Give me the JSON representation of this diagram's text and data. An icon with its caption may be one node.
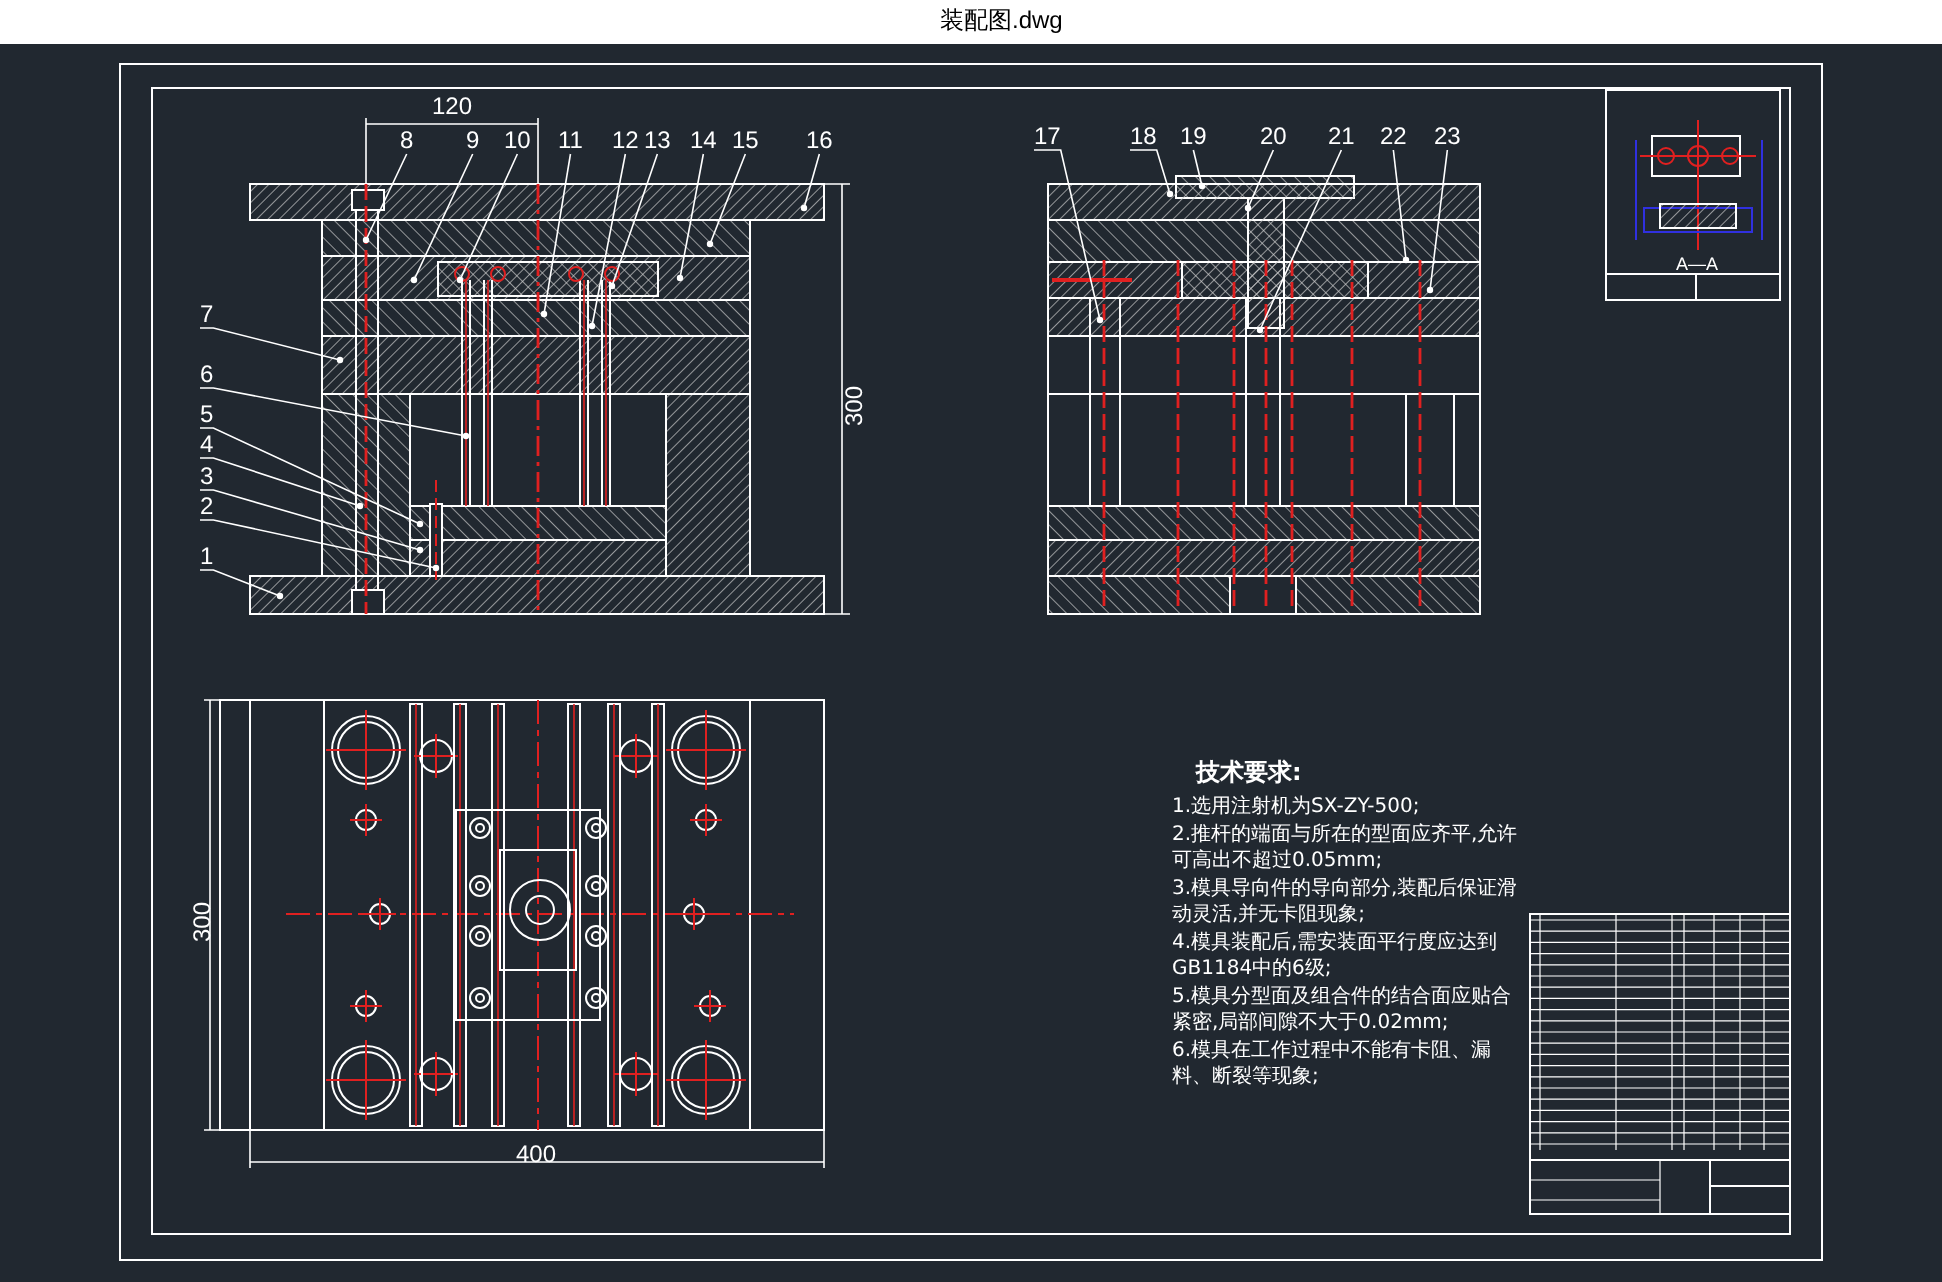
{
  "diagram": {
    "nodes": [
      {
        "text": [
          "1"
        ]
      },
      {
        "text": [
          "2"
        ]
      },
      {
        "text": [
          "3"
        ]
      },
      {
        "text": [
          "4"
        ]
      },
      {
        "text": [
          "5"
        ]
      },
      {
        "text": [
          "6"
        ]
      },
      {
        "text": [
          "7"
        ]
      },
      {
        "text": [
          "8"
        ]
      },
      {
        "text": [
          "9"
        ]
      },
      {
        "text": [
          "10"
        ]
      },
      {
        "text": [
          "11"
        ]
      },
      {
        "text": [
          "12"
        ]
      },
      {
        "text": [
          "13"
        ]
      },
      {
        "text": [
          "14"
        ]
      },
      {
        "text": [
          "15"
        ]
      },
      {
        "text": [
          "16"
        ]
      },
      {
        "text": [
          "17"
        ]
      },
      {
        "text": [
          "18"
        ]
      },
      {
        "text": [
          "19"
        ]
      },
      {
        "text": [
          "20"
        ]
      },
      {
        "text": [
          "21"
        ]
      },
      {
        "text": [
          "22"
        ]
      },
      {
        "text": [
          "23"
        ]
      }
    ],
    "edges": [
      {
        "from": 0,
        "to": null,
        "arrow": "other"
      },
      {
        "from": 1,
        "to": null,
        "arrow": "other"
      },
      {
        "from": 2,
        "to": null,
        "arrow": "other"
      },
      {
        "from": 3,
        "to": null,
        "arrow": "other"
      },
      {
        "from": 4,
        "to": null,
        "arrow": "other"
      },
      {
        "from": 5,
        "to": null,
        "arrow": "other"
      },
      {
        "from": 6,
        "to": null,
        "arrow": "other"
      },
      {
        "from": 7,
        "to": null,
        "arrow": "other"
      },
      {
        "from": 8,
        "to": null,
        "arrow": "other"
      },
      {
        "from": 9,
        "to": null,
        "arrow": "other"
      },
      {
        "from": 10,
        "to": null,
        "arrow": "other"
      },
      {
        "from": 11,
        "to": null,
        "arrow": "other"
      },
      {
        "from": 12,
        "to": null,
        "arrow": "other"
      },
      {
        "from": 13,
        "to": null,
        "arrow": "other"
      },
      {
        "from": 14,
        "to": null,
        "arrow": "other"
      },
      {
        "from": 15,
        "to": null,
        "arrow": "other"
      },
      {
        "from": 16,
        "to": null,
        "arrow": "other"
      },
      {
        "from": 17,
        "to": null,
        "arrow": "other"
      },
      {
        "from": 18,
        "to": null,
        "arrow": "other"
      },
      {
        "from": 19,
        "to": null,
        "arrow": "other"
      },
      {
        "from": 20,
        "to": null,
        "arrow": "other"
      },
      {
        "from": 21,
        "to": null,
        "arrow": "other"
      },
      {
        "from": 22,
        "to": null,
        "arrow": "other"
      }
    ],
    "labels": [
      "装配图.dwg",
      "120",
      "300",
      "300",
      "400",
      "A—A",
      "技术要求:",
      "1.选用注射机为SX-ZY-500;",
      "2.推杆的端面与所在的型面应齐平,允许可高出不超过0.05mm;",
      "3.模具导向件的导向部分,装配后保证滑动灵活,并无卡阻现象;",
      "4.模具装配后,需安装面平行度应达到GB1184中的6级;",
      "5.模具分型面及组合件的结合面应贴合紧密,局部间隙不大于0.02mm;",
      "6.模具在工作过程中不能有卡阻、漏料、断裂等现象;"
    ]
  }
}
